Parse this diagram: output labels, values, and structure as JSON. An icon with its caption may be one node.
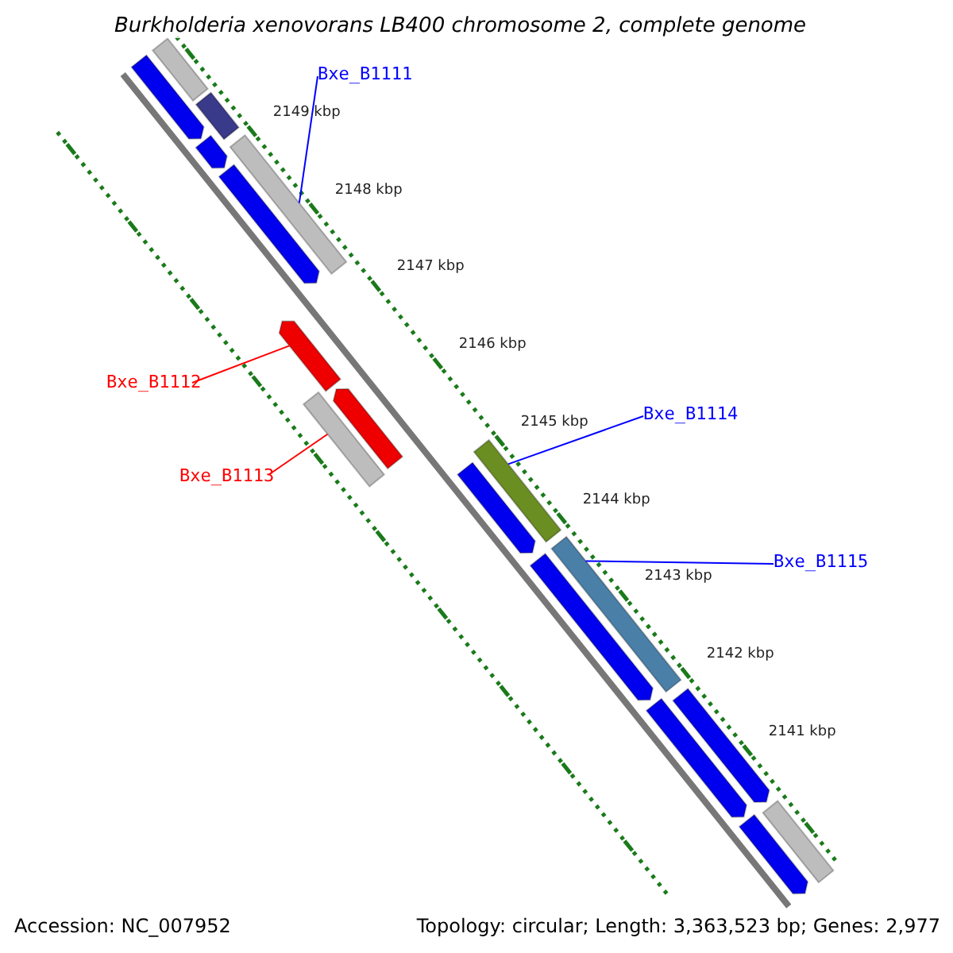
{
  "diagram": {
    "title": "Burkholderia xenovorans LB400 chromosome 2, complete genome",
    "nodes": [
      {
        "text": [
          "Bxe_B1111"
        ]
      },
      {
        "text": [],
        "shape": "bar"
      },
      {
        "text": [
          "Bxe_B1112"
        ]
      },
      {
        "text": [],
        "shape": "arrow"
      },
      {
        "text": [
          "Bxe_B1113"
        ]
      },
      {
        "text": [],
        "shape": "bar"
      },
      {
        "text": [
          "Bxe_B1114"
        ]
      },
      {
        "text": [],
        "shape": "bar"
      },
      {
        "text": [
          "Bxe_B1115"
        ]
      },
      {
        "text": [],
        "shape": "bar"
      },
      {
        "text": [],
        "shape": "arrow"
      },
      {
        "text": [],
        "shape": "arrow"
      },
      {
        "text": [],
        "shape": "arrow"
      },
      {
        "text": [],
        "shape": "bar"
      },
      {
        "text": [],
        "shape": "bar"
      },
      {
        "text": [],
        "shape": "arrow"
      },
      {
        "text": [],
        "shape": "arrow"
      },
      {
        "text": [],
        "shape": "arrow"
      },
      {
        "text": [],
        "shape": "arrow"
      },
      {
        "text": [],
        "shape": "arrow"
      },
      {
        "text": [],
        "shape": "arrow"
      },
      {
        "text": [],
        "shape": "bar"
      }
    ],
    "edges": [
      {
        "from": 0,
        "to": 1,
        "arrow": "none",
        "color": "#0000ff"
      },
      {
        "from": 2,
        "to": 3,
        "arrow": "none",
        "color": "#ff0000"
      },
      {
        "from": 4,
        "to": 5,
        "arrow": "none",
        "color": "#ff0000"
      },
      {
        "from": 6,
        "to": 7,
        "arrow": "none",
        "color": "#0000ff"
      },
      {
        "from": 8,
        "to": 9,
        "arrow": "none",
        "color": "#0000ff"
      }
    ],
    "labels": [
      "2149 kbp",
      "2148 kbp",
      "2147 kbp",
      "2146 kbp",
      "2145 kbp",
      "2144 kbp",
      "2143 kbp",
      "2142 kbp",
      "2141 kbp",
      "Accession: NC_007952",
      "Topology: circular; Length: 3,363,523 bp; Genes: 2,977"
    ]
  }
}
